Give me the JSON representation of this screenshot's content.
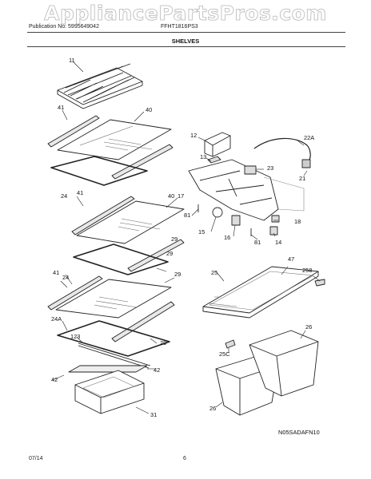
{
  "watermark": "AppliancePartsPros.com",
  "header": {
    "publication": "Publication No: 5995649042",
    "model": "FFHT1816PS3"
  },
  "section_title": "SHELVES",
  "footer": {
    "date": "07/14",
    "page": "6"
  },
  "diagram_code": "N05SADAFN10",
  "part_labels": [
    "11",
    "41",
    "40",
    "12",
    "22A",
    "13",
    "23",
    "21",
    "24",
    "41",
    "40",
    "17",
    "81",
    "15",
    "16",
    "81",
    "18",
    "14",
    "24",
    "29",
    "41",
    "29",
    "47",
    "25",
    "258",
    "24A",
    "123",
    "29",
    "42",
    "42",
    "26",
    "25C",
    "26",
    "31",
    "29"
  ]
}
